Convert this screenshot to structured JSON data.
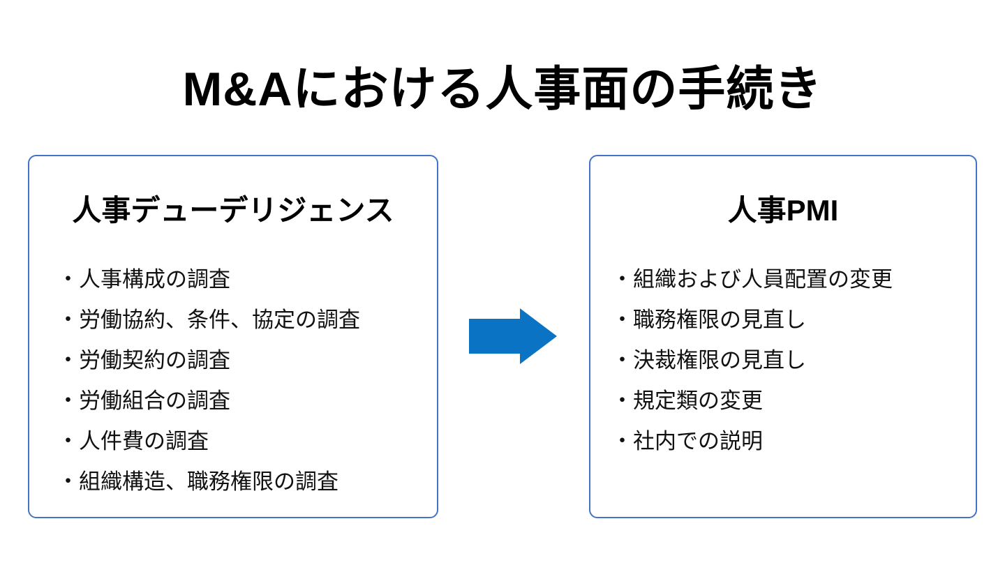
{
  "title": "M&Aにおける人事面の手続き",
  "bullet_char": "・",
  "colors": {
    "background": "#FFFFFF",
    "box_border": "#4472C4",
    "arrow": "#0B73C4",
    "text": "#000000"
  },
  "left_card": {
    "heading": "人事デューデリジェンス",
    "items": [
      "人事構成の調査",
      "労働協約、条件、協定の調査",
      "労働契約の調査",
      "労働組合の調査",
      "人件費の調査",
      "組織構造、職務権限の調査"
    ]
  },
  "arrow": {
    "icon": "right-arrow",
    "direction": "right"
  },
  "right_card": {
    "heading": "人事PMI",
    "items": [
      "組織および人員配置の変更",
      "職務権限の見直し",
      "決裁権限の見直し",
      "規定類の変更",
      "社内での説明"
    ]
  }
}
